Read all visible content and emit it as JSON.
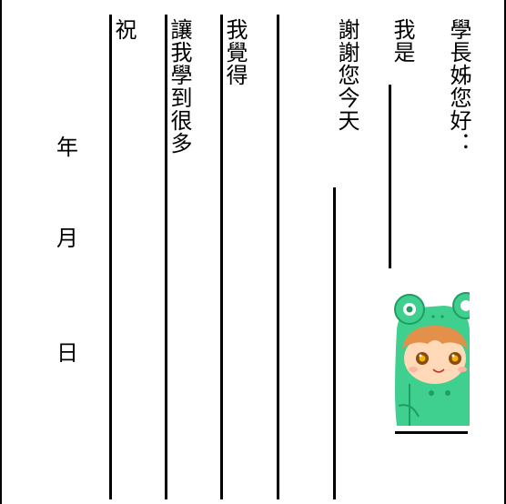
{
  "letter": {
    "greeting": "學長姊您好：",
    "column_2": "我是",
    "column_3": "謝謝您今天",
    "column_5": "我覺得",
    "column_6": "讓我學到很多",
    "column_7": "祝",
    "date": {
      "year": "年",
      "month": "月",
      "day": "日"
    }
  },
  "sticker": {
    "icon": "frog-hood-child-sticker",
    "colors": {
      "hood": "#3fcf8e",
      "hood_dark": "#1f9e63",
      "face": "#ffd9b8",
      "hair": "#e3904a"
    }
  }
}
